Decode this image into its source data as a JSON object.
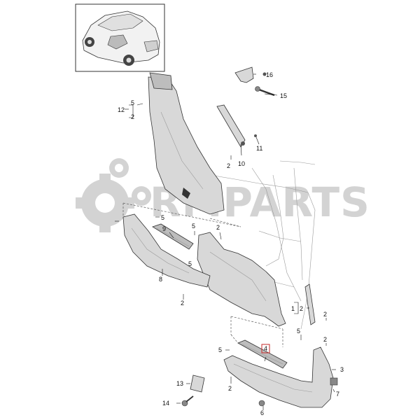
{
  "watermark": {
    "text": "RMPARTS"
  },
  "callouts": [
    {
      "id": "c16",
      "label": "16"
    },
    {
      "id": "c15",
      "label": "15"
    },
    {
      "id": "c12",
      "label": "12"
    },
    {
      "id": "c5a",
      "label": "5"
    },
    {
      "id": "c2a",
      "label": "2"
    },
    {
      "id": "c11",
      "label": "11"
    },
    {
      "id": "c2b",
      "label": "2"
    },
    {
      "id": "c10",
      "label": "10"
    },
    {
      "id": "c5b",
      "label": "5"
    },
    {
      "id": "c5c",
      "label": "5"
    },
    {
      "id": "c9",
      "label": "9"
    },
    {
      "id": "c2c",
      "label": "2"
    },
    {
      "id": "c5d",
      "label": "5"
    },
    {
      "id": "c8",
      "label": "8"
    },
    {
      "id": "c2d",
      "label": "2"
    },
    {
      "id": "c1",
      "label": "1"
    },
    {
      "id": "c2e",
      "label": "2"
    },
    {
      "id": "c2f",
      "label": "2"
    },
    {
      "id": "c5e",
      "label": "5"
    },
    {
      "id": "c2g",
      "label": "2"
    },
    {
      "id": "c5f",
      "label": "5"
    },
    {
      "id": "c4",
      "label": "4"
    },
    {
      "id": "c3",
      "label": "3"
    },
    {
      "id": "c2h",
      "label": "2"
    },
    {
      "id": "c13",
      "label": "13"
    },
    {
      "id": "c7",
      "label": "7"
    },
    {
      "id": "c14",
      "label": "14"
    },
    {
      "id": "c6",
      "label": "6"
    }
  ]
}
